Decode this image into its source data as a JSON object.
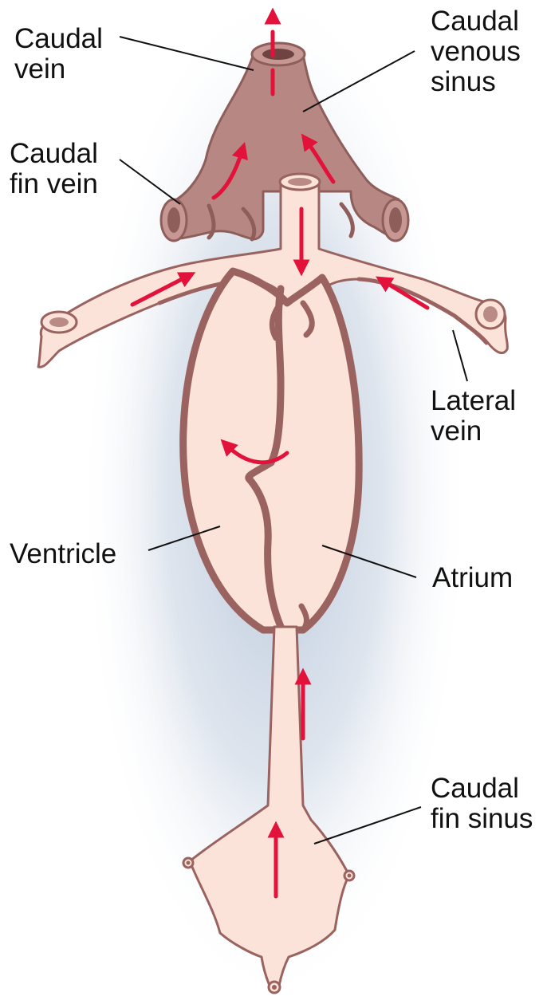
{
  "labels": {
    "caudal_vein": [
      "Caudal",
      "vein"
    ],
    "caudal_venous_sinus": [
      "Caudal",
      "venous",
      "sinus"
    ],
    "caudal_fin_vein": [
      "Caudal",
      "fin vein"
    ],
    "lateral_vein": [
      "Lateral",
      "vein"
    ],
    "ventricle": [
      "Ventricle"
    ],
    "atrium": [
      "Atrium"
    ],
    "caudal_fin_sinus": [
      "Caudal",
      "fin sinus"
    ]
  },
  "colors": {
    "sinus_fill": "#b78883",
    "sinus_outline": "#8e5e5b",
    "vessel_fill": "#fbe3d9",
    "vessel_wall": "#9a6360",
    "flow_arrow": "#e3123a",
    "glow": "#b7c6da",
    "leader_line": "#111111"
  }
}
